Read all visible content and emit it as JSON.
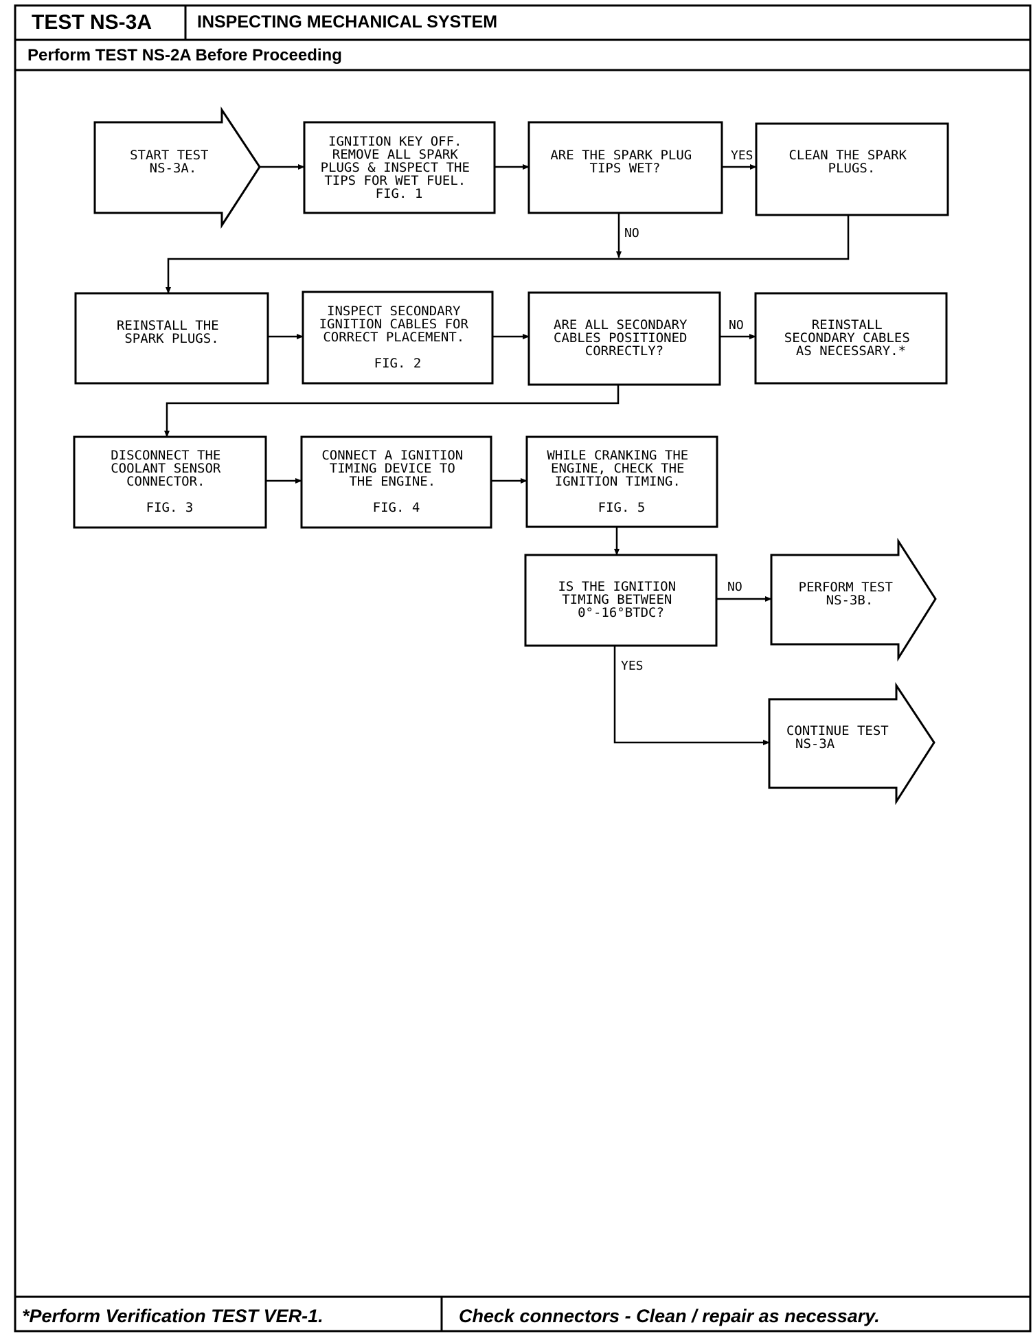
{
  "header": {
    "test_id": "TEST NS-3A",
    "title": "INSPECTING MECHANICAL SYSTEM",
    "prerequisite": "Perform TEST NS-2A Before Proceeding"
  },
  "footer": {
    "left": "*Perform Verification TEST VER-1.",
    "right": "Check connectors - Clean / repair as necessary."
  },
  "nodes": {
    "start": {
      "lines": [
        "START TEST",
        "NS-3A."
      ]
    },
    "key_off": {
      "lines": [
        "IGNITION KEY OFF.",
        "REMOVE ALL SPARK",
        "PLUGS & INSPECT THE",
        "TIPS FOR WET FUEL.",
        "FIG. 1"
      ]
    },
    "tips_wet": {
      "lines": [
        "ARE THE SPARK PLUG",
        "TIPS WET?"
      ]
    },
    "clean_plugs": {
      "lines": [
        "CLEAN THE SPARK",
        "PLUGS."
      ]
    },
    "reinstall": {
      "lines": [
        "REINSTALL THE",
        "SPARK PLUGS."
      ]
    },
    "inspect_cables": {
      "lines": [
        "INSPECT SECONDARY",
        "IGNITION CABLES FOR",
        "CORRECT PLACEMENT."
      ],
      "fig": "FIG. 2"
    },
    "cables_ok": {
      "lines": [
        "ARE ALL SECONDARY",
        "CABLES POSITIONED",
        "CORRECTLY?"
      ]
    },
    "reinstall_cables": {
      "lines": [
        "REINSTALL",
        "SECONDARY CABLES",
        "AS NECESSARY.*"
      ]
    },
    "disconnect": {
      "lines": [
        "DISCONNECT THE",
        "COOLANT SENSOR",
        "CONNECTOR."
      ],
      "fig": "FIG. 3"
    },
    "connect_timing": {
      "lines": [
        "CONNECT A IGNITION",
        "TIMING DEVICE TO",
        "THE ENGINE."
      ],
      "fig": "FIG. 4"
    },
    "cranking": {
      "lines": [
        "WHILE CRANKING THE",
        "ENGINE, CHECK THE",
        "IGNITION TIMING."
      ],
      "fig": "FIG. 5"
    },
    "timing_ok": {
      "lines": [
        "IS THE IGNITION",
        "TIMING BETWEEN",
        "0°-16°BTDC?"
      ]
    },
    "perform_ns3b": {
      "lines": [
        "PERFORM TEST",
        "NS-3B."
      ]
    },
    "continue_ns3a": {
      "lines": [
        "CONTINUE TEST",
        "NS-3A"
      ]
    }
  },
  "edge_labels": {
    "yes_1": "YES",
    "no_1": "NO",
    "no_2": "NO",
    "no_3": "NO",
    "yes_2": "YES"
  }
}
